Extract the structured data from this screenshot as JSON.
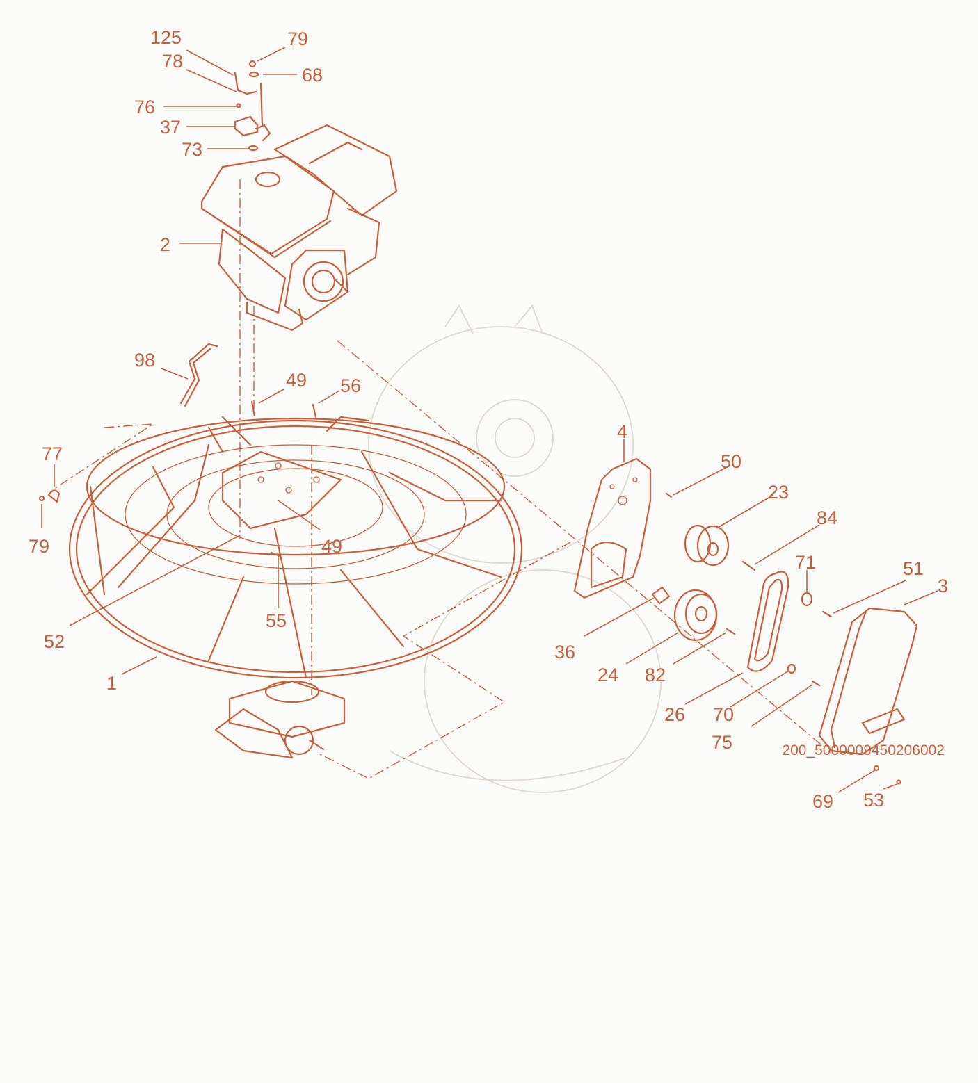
{
  "diagram": {
    "part_labels": {
      "p125": "125",
      "p79a": "79",
      "p78": "78",
      "p68": "68",
      "p76": "76",
      "p37": "37",
      "p73": "73",
      "p2": "2",
      "p98": "98",
      "p49a": "49",
      "p56": "56",
      "p77": "77",
      "p79b": "79",
      "p49b": "49",
      "p52": "52",
      "p55": "55",
      "p1": "1",
      "p4": "4",
      "p50": "50",
      "p23": "23",
      "p84": "84",
      "p71": "71",
      "p51": "51",
      "p3": "3",
      "p36": "36",
      "p24": "24",
      "p82": "82",
      "p26": "26",
      "p70": "70",
      "p75": "75",
      "p69": "69",
      "p53": "53"
    },
    "footer_code": "200_5000009450206002",
    "line_color": "#c8603a",
    "background_color": "#fbfbf9"
  }
}
